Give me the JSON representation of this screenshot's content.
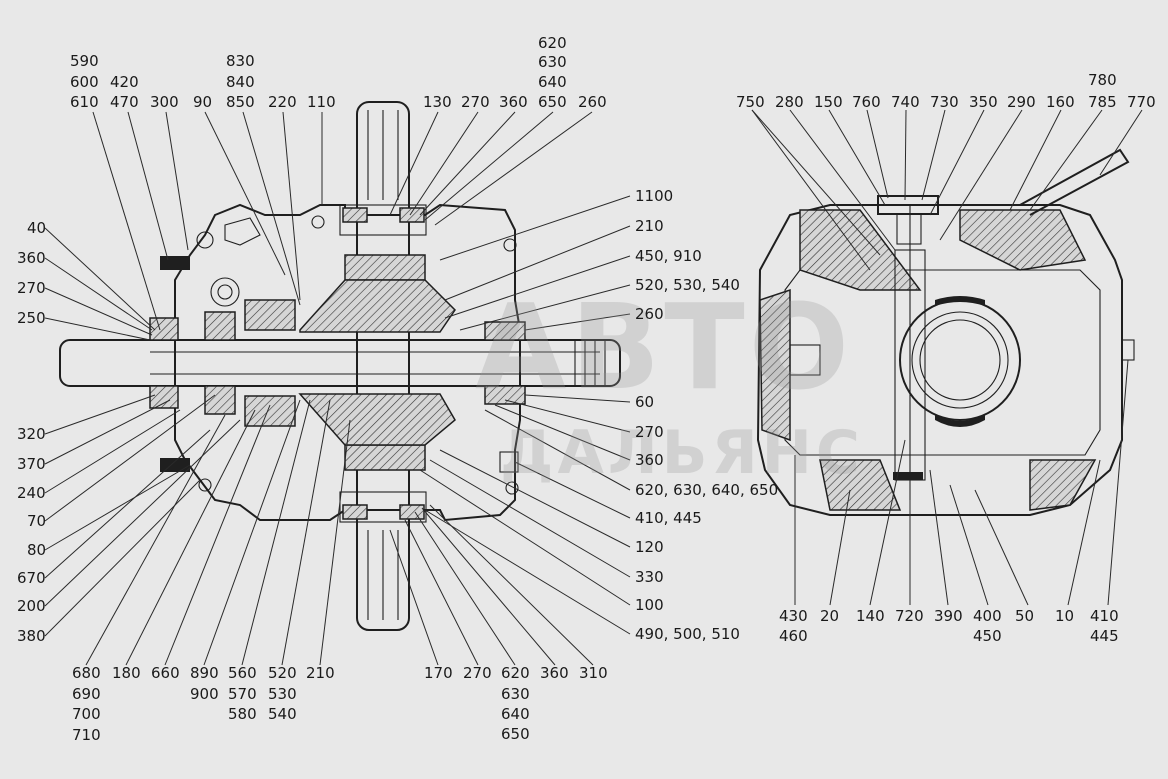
{
  "watermark": {
    "line1": "АВТО",
    "line2": "ДАЛЬЯНС"
  },
  "left_labels": [
    "590",
    "600",
    "610",
    "420",
    "470",
    "300",
    "90",
    "830",
    "840",
    "850",
    "220",
    "110",
    "620",
    "630",
    "640",
    "650",
    "130",
    "270",
    "360",
    "260",
    "40",
    "360",
    "270",
    "250",
    "1100",
    "210",
    "450, 910",
    "520, 530, 540",
    "260",
    "60",
    "270",
    "360",
    "620, 630, 640, 650",
    "410, 445",
    "120",
    "330",
    "100",
    "490, 500, 510",
    "320",
    "370",
    "240",
    "70",
    "80",
    "670",
    "200",
    "380",
    "680",
    "690",
    "700",
    "710",
    "180",
    "660",
    "890",
    "900",
    "560",
    "570",
    "580",
    "520",
    "530",
    "540",
    "210",
    "170",
    "270",
    "620",
    "630",
    "640",
    "650",
    "360",
    "310"
  ],
  "right_labels": [
    "750",
    "280",
    "150",
    "760",
    "740",
    "730",
    "350",
    "290",
    "160",
    "780",
    "785",
    "770",
    "430",
    "460",
    "20",
    "140",
    "720",
    "390",
    "400",
    "450",
    "50",
    "10",
    "410",
    "445"
  ]
}
